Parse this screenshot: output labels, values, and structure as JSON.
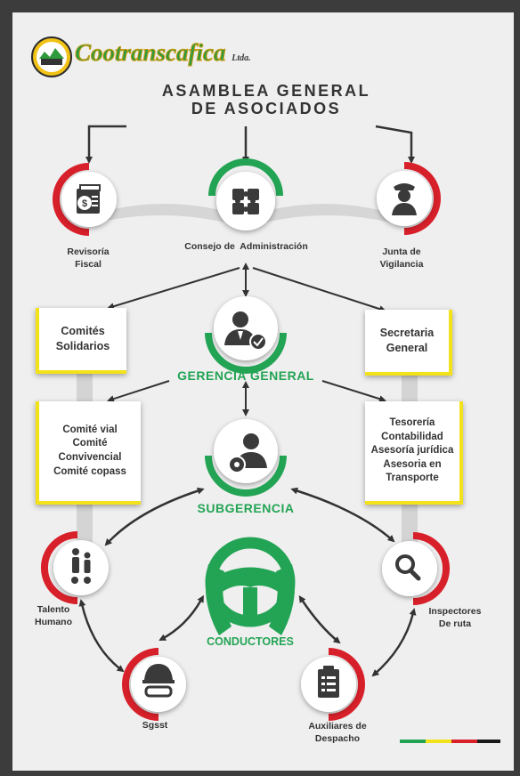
{
  "brand": {
    "name": "Cootranscafica",
    "suffix": "Ltda."
  },
  "title": {
    "line1": "ASAMBLEA GENERAL",
    "line2": "DE ASOCIADOS"
  },
  "nodes": {
    "revisoria": {
      "line1": "Revisoría",
      "line2": "Fiscal",
      "icon": "fiscal-document-icon"
    },
    "consejo": {
      "label": "Consejo de  Administración",
      "icon": "puzzle-icon"
    },
    "junta": {
      "line1": "Junta de",
      "line2": "Vigilancia",
      "icon": "guard-icon"
    },
    "gerencia": {
      "label": "GERENCIA GENERAL",
      "icon": "manager-check-icon"
    },
    "subgerencia": {
      "label": "SUBGERENCIA",
      "icon": "manager-gear-icon"
    },
    "talento": {
      "line1": "Talento",
      "line2": "Humano",
      "icon": "people-gears-icon"
    },
    "inspectores": {
      "line1": "Inspectores",
      "line2": "De ruta",
      "icon": "magnifier-icon"
    },
    "conductores": {
      "label": "CONDUCTORES",
      "icon": "steering-wheel-icon"
    },
    "sgsst": {
      "label": "Sgsst",
      "icon": "safety-helmet-icon"
    },
    "auxiliares": {
      "line1": "Auxiliares de",
      "line2": "Despacho",
      "icon": "clipboard-icon"
    }
  },
  "boxes": {
    "comites": [
      "Comités",
      "Solidarios"
    ],
    "secretaria": [
      "Secretaria",
      "General"
    ],
    "comite_vial": [
      "Comité vial",
      "Comité",
      "Convivencial",
      "Comité copass"
    ],
    "tesoreria": [
      "Tesorería",
      "Contabilidad",
      "Asesoría jurídica",
      "Asesoria en",
      "Transporte"
    ]
  },
  "colors": {
    "red": "#d7202a",
    "green": "#23a454",
    "yellow": "#f3e21a",
    "black": "#1a1a1a",
    "gray": "#c9c9c9"
  }
}
